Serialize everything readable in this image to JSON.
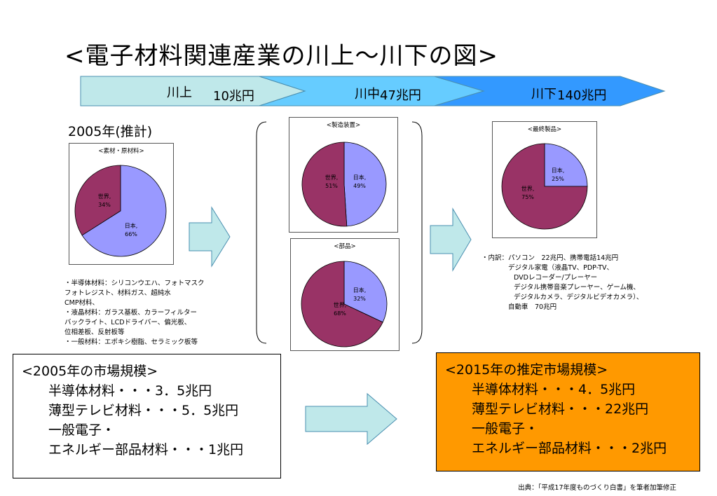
{
  "title": "<電子材料関連産業の川上～川下の図>",
  "year_label": "2005年(推計)",
  "stages": [
    {
      "name": "川上",
      "value": "10兆円"
    },
    {
      "name": "川中",
      "value": "47兆円"
    },
    {
      "name": "川下",
      "value": "140兆円"
    }
  ],
  "charts": {
    "raw_materials": {
      "title": "<素材・原材料>",
      "world_label": "世界,",
      "world_pct": "34%",
      "japan_label": "日本,",
      "japan_pct": "66%"
    },
    "equipment": {
      "title": "<製造装置>",
      "world_label": "世界,",
      "world_pct": "51%",
      "japan_label": "日本,",
      "japan_pct": "49%"
    },
    "parts": {
      "title": "<部品>",
      "world_label": "世界,",
      "world_pct": "68%",
      "japan_label": "日本,",
      "japan_pct": "32%"
    },
    "final": {
      "title": "<最終製品>",
      "world_label": "世界,",
      "world_pct": "75%",
      "japan_label": "日本,",
      "japan_pct": "25%"
    }
  },
  "chart_data": [
    {
      "type": "pie",
      "title": "<素材・原材料>",
      "categories": [
        "日本",
        "世界"
      ],
      "values": [
        66,
        34
      ]
    },
    {
      "type": "pie",
      "title": "<製造装置>",
      "categories": [
        "日本",
        "世界"
      ],
      "values": [
        49,
        51
      ]
    },
    {
      "type": "pie",
      "title": "<部品>",
      "categories": [
        "日本",
        "世界"
      ],
      "values": [
        32,
        68
      ]
    },
    {
      "type": "pie",
      "title": "<最終製品>",
      "categories": [
        "日本",
        "世界"
      ],
      "values": [
        25,
        75
      ]
    }
  ],
  "materials_notes": [
    "・半導体材料：シリコンウエハ、フォトマスク",
    "フォトレジスト、材料ガス、超純水",
    "CMP材料、",
    "・液晶材料：ガラス基板、カラーフィルター",
    "バックライト、LCDドライバー、偏光板、",
    "位相差板、反射板等",
    "・一般材料：エポキシ樹脂、セラミック板等"
  ],
  "final_notes": [
    "・内訳：パソコン　22兆円、携帯電話14兆円",
    "デジタル家電（液晶TV、PDP-TV、",
    "DVDレコーダー/プレーヤー",
    "デジタル携帯音楽プレーヤー、ゲーム機、",
    "デジタルカメラ、デジタルビデオカメラ）、",
    "自動車　70兆円"
  ],
  "market_2005": {
    "heading": "<2005年の市場規模>",
    "lines": [
      "半導体材料・・・3．5兆円",
      "薄型テレビ材料・・・5．5兆円",
      "一般電子・",
      "エネルギー部品材料・・・1兆円"
    ]
  },
  "market_2015": {
    "heading": "<2015年の推定市場規模>",
    "lines": [
      "半導体材料・・・4．5兆円",
      "薄型テレビ材料・・・22兆円",
      "一般電子・",
      "エネルギー部品材料・・・2兆円"
    ]
  },
  "source": "出典：「平成17年度ものづくり白書」を筆者加筆修正",
  "colors": {
    "japan": "#9999ff",
    "world": "#993366",
    "arrow_light": "#bfe8ea",
    "arrow_mid": "#66ccff",
    "arrow_dark": "#3399ff",
    "highlight_box": "#ff9900"
  }
}
